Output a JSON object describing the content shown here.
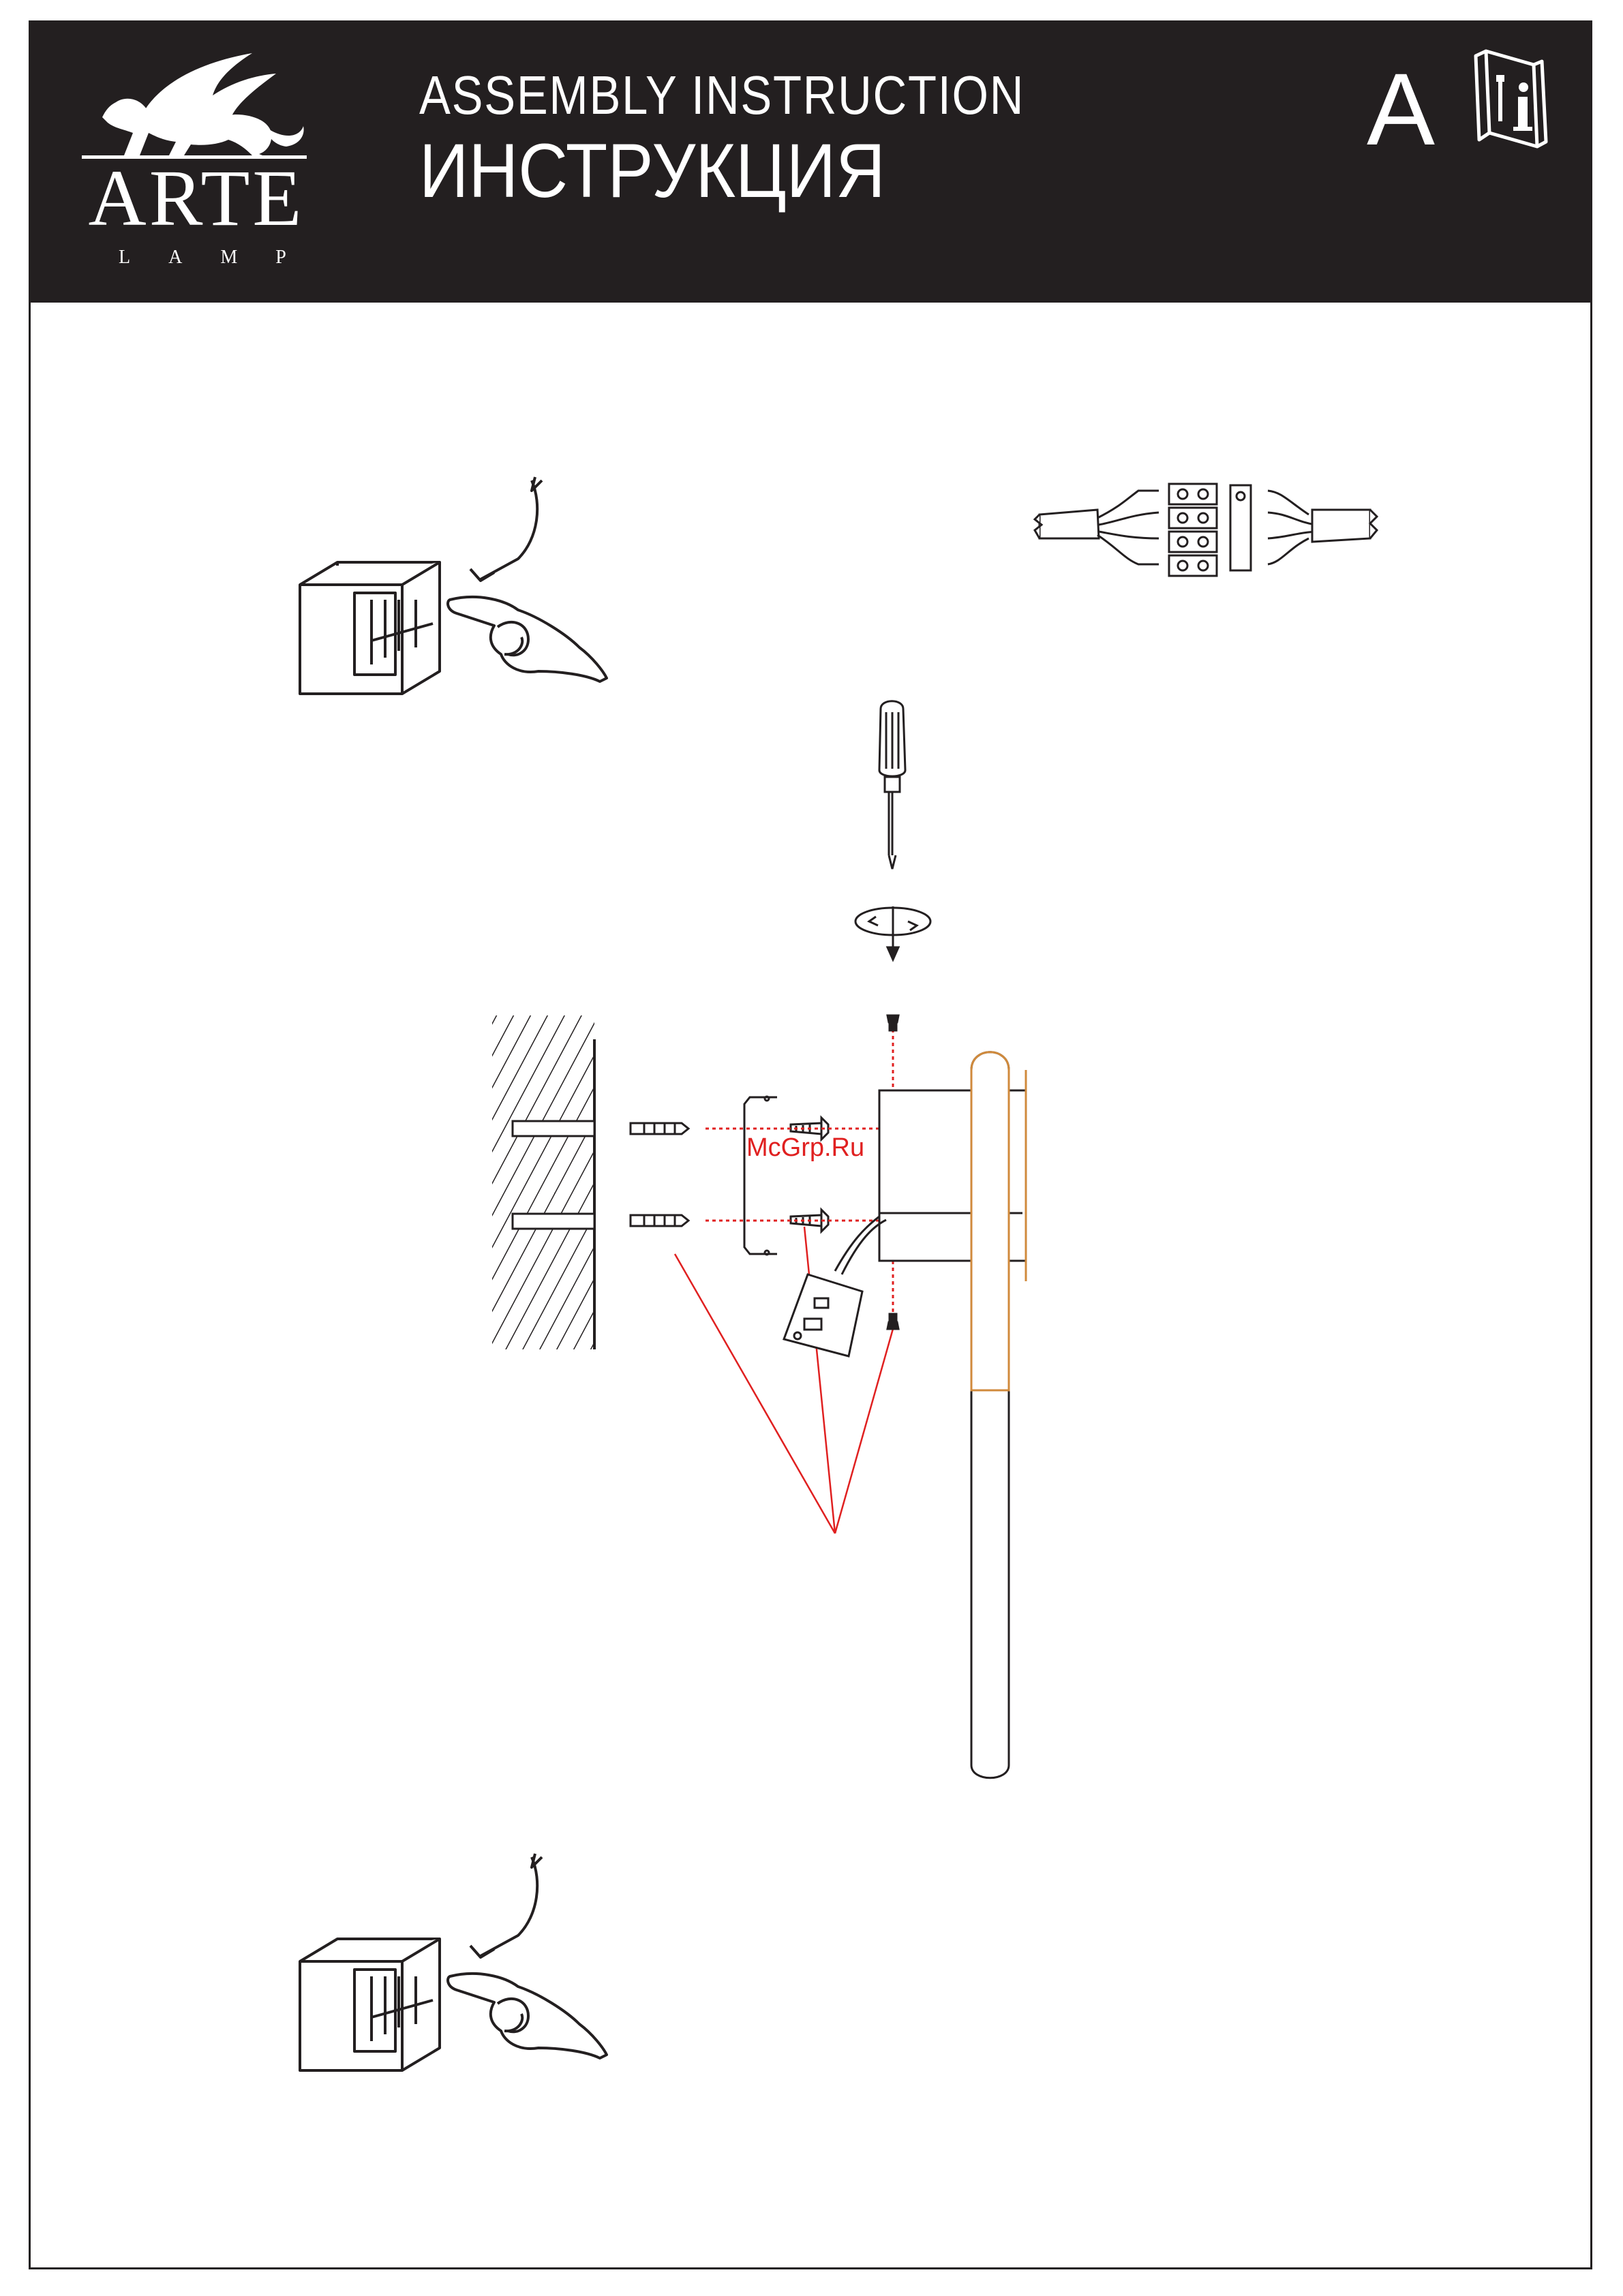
{
  "header": {
    "brand": {
      "name": "ARTE",
      "sub": "LAMP"
    },
    "title_en": "ASSEMBLY  INSTRUCTION",
    "title_ru": "ИНСТРУКЦИЯ",
    "section_letter": "A",
    "info_icon": "info-manual-icon"
  },
  "watermark": "McGrp.Ru",
  "colors": {
    "header_bg": "#231f20",
    "line": "#231f20",
    "guide_red": "#e02020",
    "lamp_accent": "#d08a3c"
  },
  "steps": [
    {
      "name": "switch-off",
      "icon": "power-switch-hand-icon"
    },
    {
      "name": "wire-connection",
      "icon": "terminal-block-icon"
    },
    {
      "name": "tool",
      "icon": "screwdriver-icon"
    },
    {
      "name": "mounting",
      "icon": "wall-mount-exploded-icon"
    },
    {
      "name": "switch-on",
      "icon": "power-switch-hand-icon"
    }
  ]
}
